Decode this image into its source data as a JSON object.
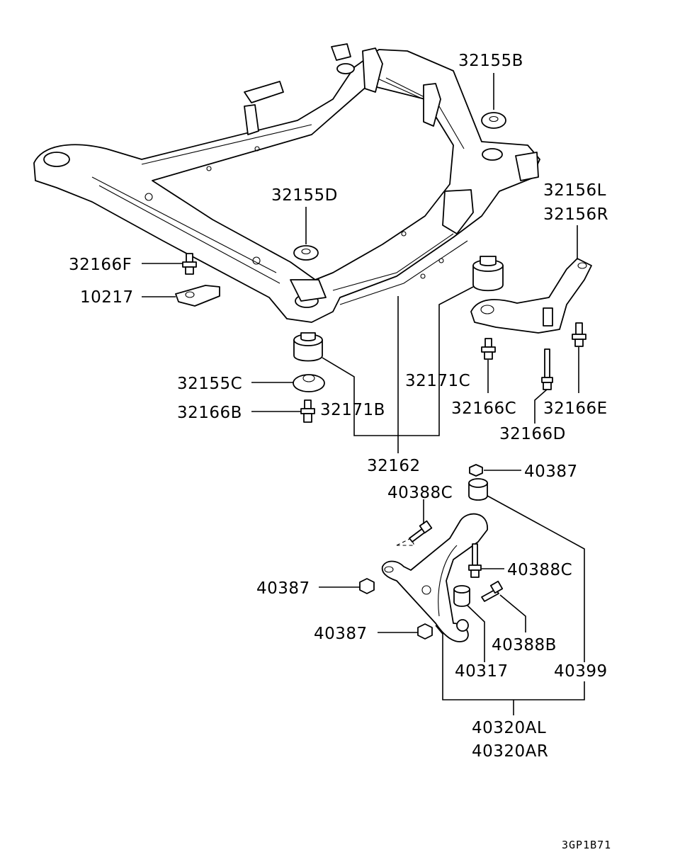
{
  "diagram": {
    "labels": {
      "p32155B": "32155B",
      "p32155D": "32155D",
      "p32156L": "32156L",
      "p32156R": "32156R",
      "p32166F": "32166F",
      "p10217": "10217",
      "p32155C": "32155C",
      "p32166B": "32166B",
      "p32171B": "32171B",
      "p32171C": "32171C",
      "p32166C": "32166C",
      "p32166E": "32166E",
      "p32166D": "32166D",
      "p32162": "32162",
      "p40387_a": "40387",
      "p40388C_a": "40388C",
      "p40388C_b": "40388C",
      "p40387_b": "40387",
      "p40387_c": "40387",
      "p40388B": "40388B",
      "p40317": "40317",
      "p40399": "40399",
      "p40320AL": "40320AL",
      "p40320AR": "40320AR"
    },
    "code": "3GP1B71"
  }
}
